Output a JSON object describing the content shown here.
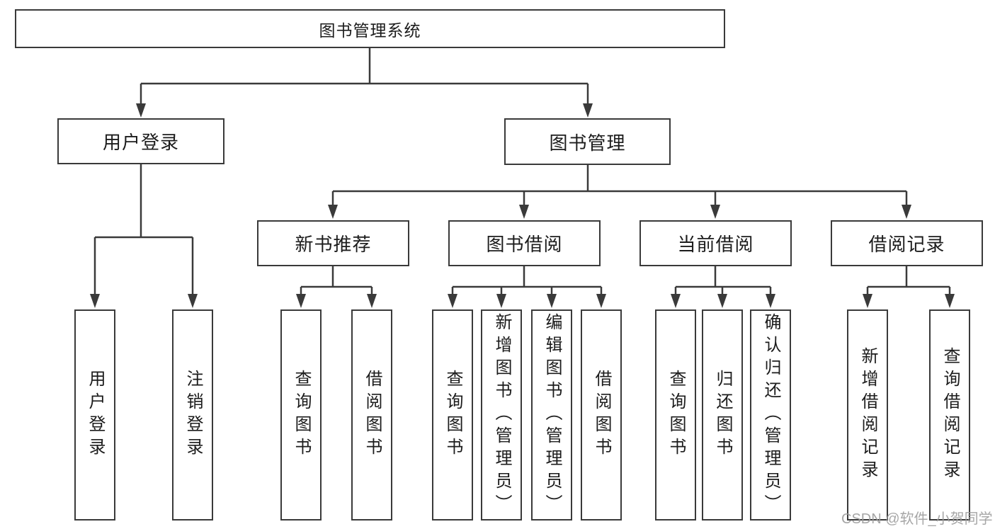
{
  "tree": {
    "label": "图书管理系统",
    "children": [
      {
        "label": "用户登录",
        "children": [
          {
            "label": "用户登录"
          },
          {
            "label": "注销登录"
          }
        ]
      },
      {
        "label": "图书管理",
        "children": [
          {
            "label": "新书推荐",
            "children": [
              {
                "label": "查询图书"
              },
              {
                "label": "借阅图书"
              }
            ]
          },
          {
            "label": "图书借阅",
            "children": [
              {
                "label": "查询图书"
              },
              {
                "label": "新增图书（管理员）"
              },
              {
                "label": "编辑图书（管理员）"
              },
              {
                "label": "借阅图书"
              }
            ]
          },
          {
            "label": "当前借阅",
            "children": [
              {
                "label": "查询图书"
              },
              {
                "label": "归还图书"
              },
              {
                "label": "确认归还（管理员）"
              }
            ]
          },
          {
            "label": "借阅记录",
            "children": [
              {
                "label": "新增借阅记录"
              },
              {
                "label": "查询借阅记录"
              }
            ]
          }
        ]
      }
    ]
  },
  "watermark": {
    "text": "CSDN @软件_小贺同学"
  },
  "colors": {
    "line": "#3a3a3a",
    "box_border": "#3a3a3a",
    "text": "#1c1c1c",
    "watermark": "#9d9d9d",
    "background": "#ffffff"
  }
}
